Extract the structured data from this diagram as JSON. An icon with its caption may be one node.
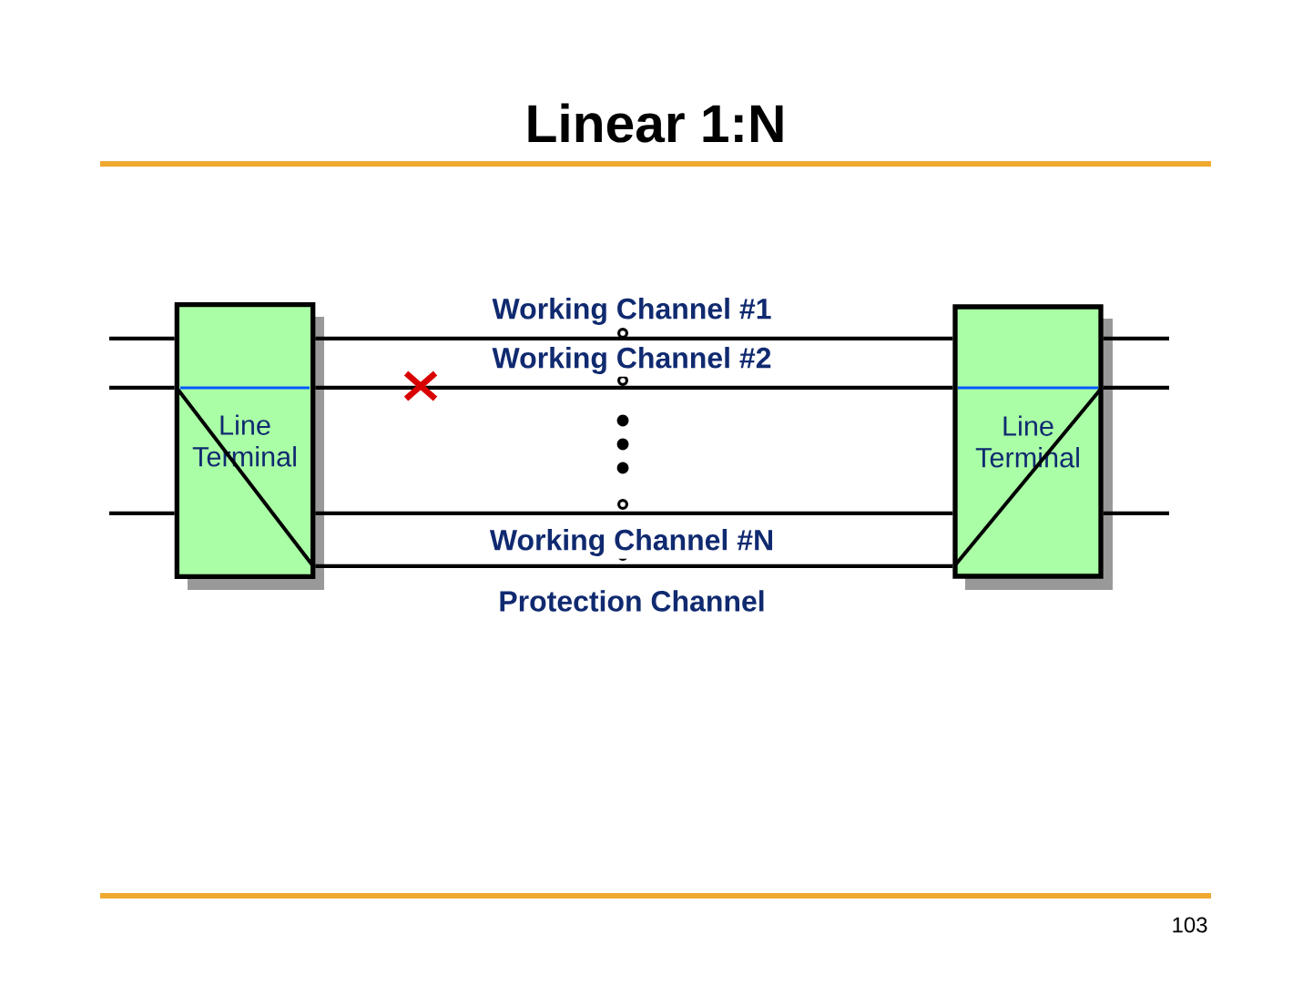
{
  "diagram": {
    "title": "Linear 1:N",
    "nodes": [
      {
        "text": [
          "Line Terminal"
        ]
      },
      {
        "text": [
          "Line Terminal"
        ]
      }
    ],
    "edges": [
      {
        "from": 0,
        "to": 1,
        "arrow": "none",
        "label": "Working Channel #1"
      },
      {
        "from": 0,
        "to": 1,
        "arrow": "none",
        "label": "Working Channel #2"
      },
      {
        "from": 0,
        "to": 1,
        "arrow": "none",
        "label": "Working Channel #N"
      },
      {
        "from": 0,
        "to": 1,
        "arrow": "none",
        "label": "Protection Channel"
      },
      {
        "from": null,
        "to": 0,
        "arrow": "none"
      },
      {
        "from": null,
        "to": 0,
        "arrow": "none"
      },
      {
        "from": null,
        "to": 0,
        "arrow": "none"
      },
      {
        "from": 1,
        "to": null,
        "arrow": "none"
      },
      {
        "from": 1,
        "to": null,
        "arrow": "none"
      },
      {
        "from": 1,
        "to": null,
        "arrow": "none"
      }
    ],
    "labels": [
      "103"
    ]
  }
}
